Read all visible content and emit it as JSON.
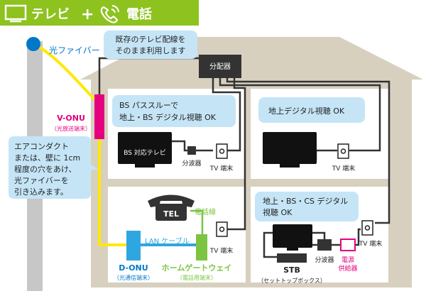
{
  "header": {
    "tv_label": "テレビ",
    "plus": "+",
    "phone_label": "電話",
    "accent": "#8dc21f"
  },
  "fiber_label": "光ファイバー",
  "callout_top": [
    "既存のテレビ配線を",
    "そのまま利用します"
  ],
  "splitter_main": "分配器",
  "vonu": {
    "label": "V-ONU",
    "sub": "（光放送端末）",
    "color": "#e4007f"
  },
  "left_note": [
    "エアコンダクト",
    "または、壁に 1cm",
    "程度の穴をあけ、",
    "光ファイバーを",
    "引き込みます。"
  ],
  "room_tl": {
    "callout": [
      "BS パススルーで",
      "地上・BS デジタル視聴 OK"
    ],
    "tv": "BS 対応テレビ",
    "splitter": "分波器",
    "terminal": "TV 端末"
  },
  "room_tr": {
    "callout": [
      "地上デジタル視聴 OK"
    ],
    "terminal": "TV 端末"
  },
  "room_bl": {
    "tel": "TEL",
    "phone_line": "電話線",
    "lan": "LAN ケーブル",
    "donu": "D-ONU",
    "donu_sub": "（光通信端末）",
    "gateway": "ホームゲートウェイ",
    "gateway_sub": "（電話用端末）",
    "terminal": "TV 端末"
  },
  "room_br": {
    "callout": [
      "地上・BS・CS デジタル",
      "視聴 OK"
    ],
    "splitter": "分波器",
    "power": [
      "電源",
      "供給器"
    ],
    "terminal": "TV 端末",
    "stb": "STB",
    "stb_sub": "（セットトップボックス）"
  },
  "colors": {
    "house": "#d8d0bf",
    "callout": "#c5e5f7",
    "pole": "#c7c7c7",
    "fiber": "#ffe800",
    "node": "#0078c8",
    "lan": "#2ea7e0",
    "phone": "#7cc442",
    "pink": "#e4007f"
  }
}
